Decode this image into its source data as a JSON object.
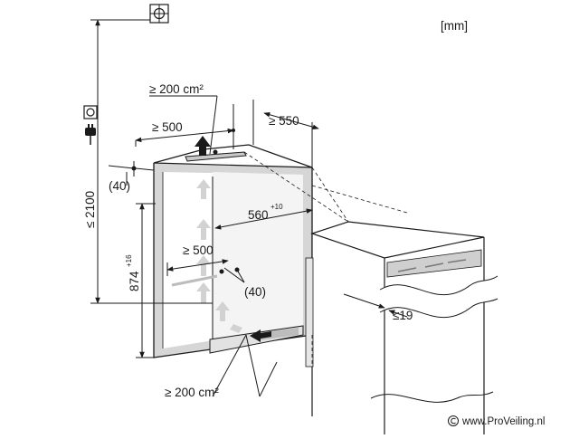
{
  "unit_label": "[mm]",
  "dimensions": {
    "max_height": "≤ 2100",
    "niche_height": "874",
    "niche_height_tolerance": "+16",
    "niche_width": "560",
    "niche_width_tolerance": "+10",
    "niche_depth": "≥ 550",
    "top_opening_width": "≥ 500",
    "top_vent_area": "≥ 200 cm²",
    "clearance_top": "(40)",
    "vent_opening_width": "≥ 500",
    "clearance_mid": "(40)",
    "door_gap": "≤19",
    "bottom_vent_area": "≥ 200 cm²"
  },
  "icons": [
    "gas-valve-symbol-icon",
    "power-socket-icon",
    "power-plug-icon",
    "copyright-icon"
  ],
  "watermark": "www.ProVeiling.nl"
}
